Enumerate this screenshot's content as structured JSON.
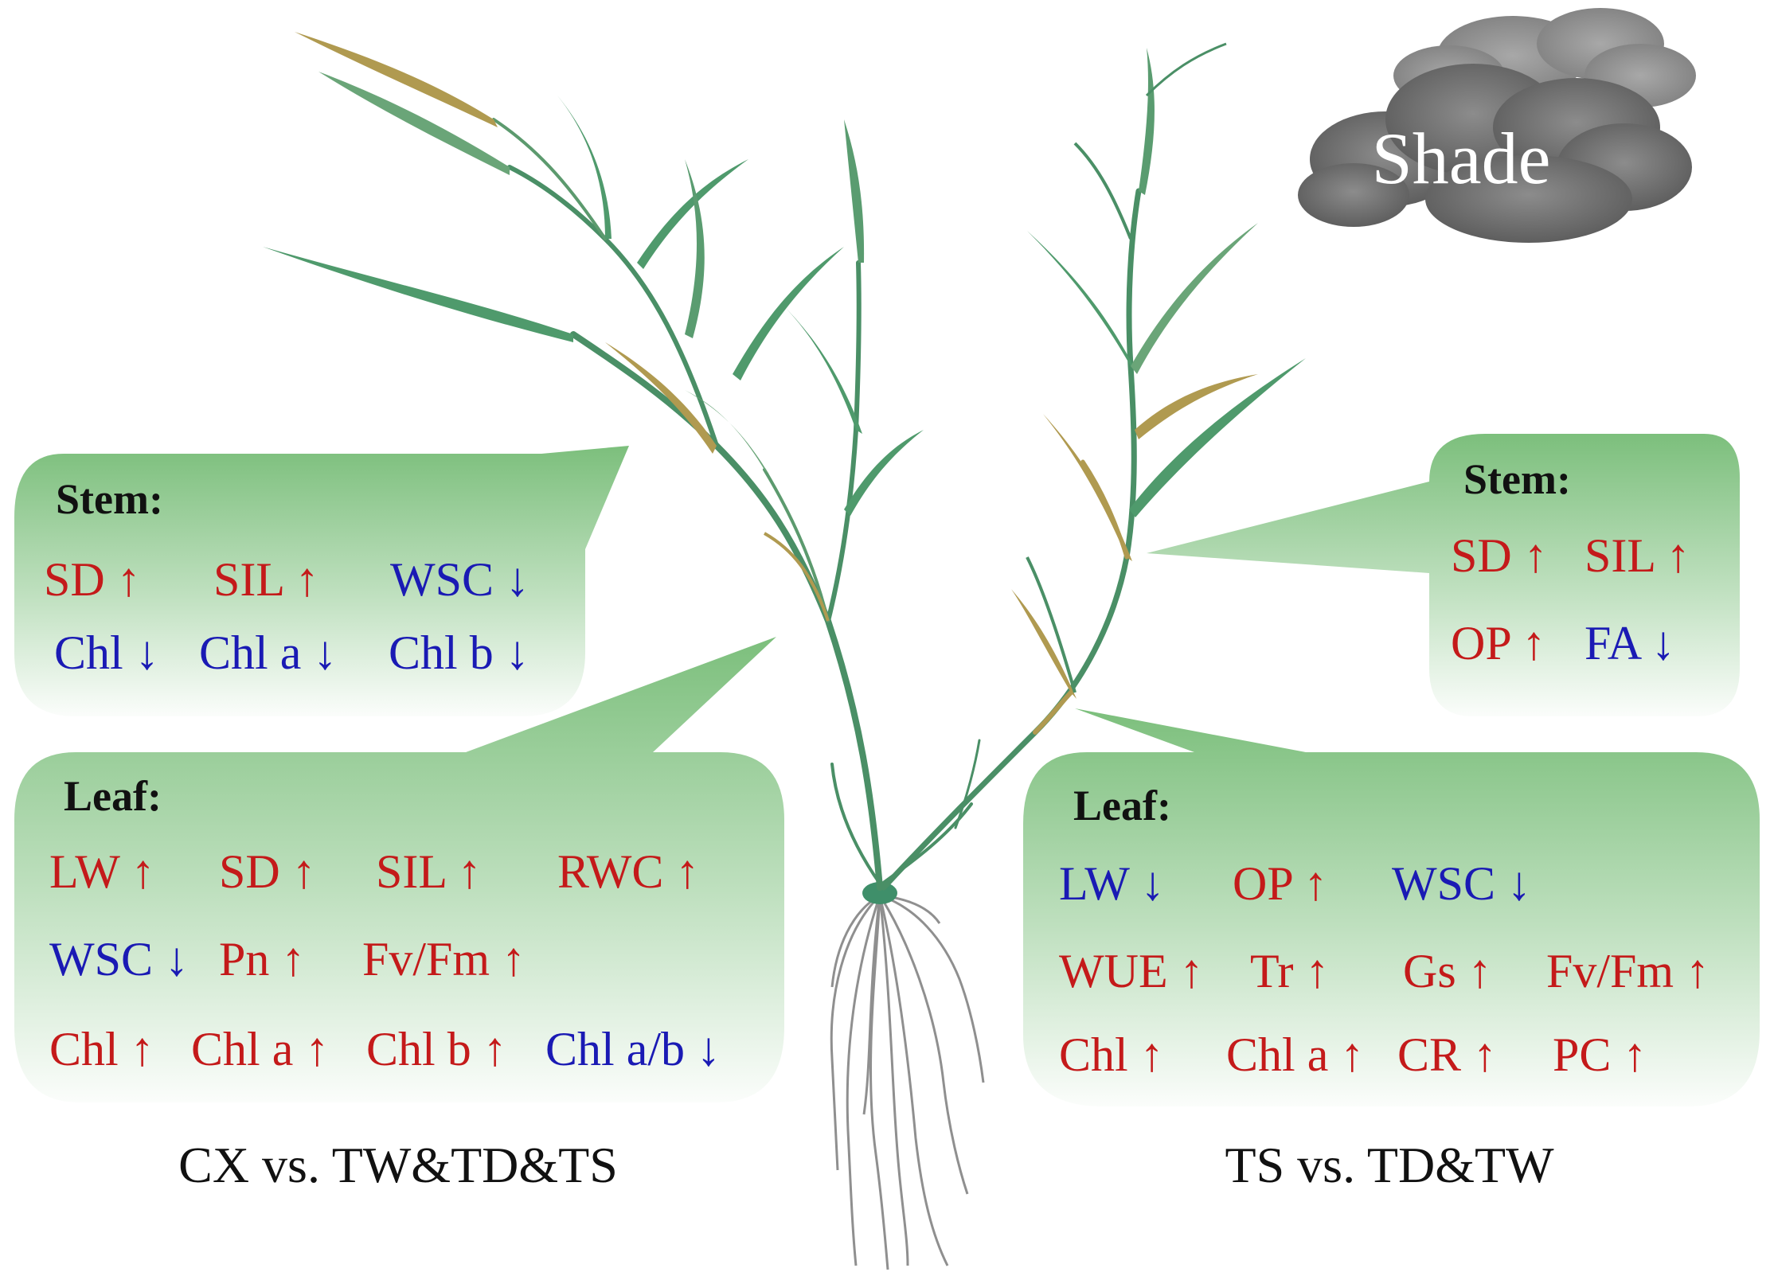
{
  "colors": {
    "up": "#c41a1a",
    "down": "#1a1ab4",
    "bubble_top": "#7fc07f",
    "bubble_bottom": "#ffffff",
    "stem_green": "#3f8f6a",
    "stem_tan": "#b09a50",
    "root": "#8a8a8a",
    "cloud": "#7a7a7a"
  },
  "cloud": {
    "label": "Shade",
    "icon": "cloud-icon"
  },
  "left": {
    "caption": "CX vs. TW&TD&TS",
    "stem": {
      "heading": "Stem:",
      "traits": [
        {
          "label": "SD",
          "dir": "up"
        },
        {
          "label": "SIL",
          "dir": "up"
        },
        {
          "label": "WSC",
          "dir": "down"
        },
        {
          "label": "Chl",
          "dir": "down"
        },
        {
          "label": "Chl a",
          "dir": "down"
        },
        {
          "label": "Chl b",
          "dir": "down"
        }
      ]
    },
    "leaf": {
      "heading": "Leaf:",
      "traits": [
        {
          "label": "LW",
          "dir": "up"
        },
        {
          "label": "SD",
          "dir": "up"
        },
        {
          "label": "SIL",
          "dir": "up"
        },
        {
          "label": "RWC",
          "dir": "up"
        },
        {
          "label": "WSC",
          "dir": "down"
        },
        {
          "label": "Pn",
          "dir": "up"
        },
        {
          "label": "Fv/Fm",
          "dir": "up"
        },
        {
          "label": "Chl",
          "dir": "up"
        },
        {
          "label": "Chl a",
          "dir": "up"
        },
        {
          "label": "Chl b",
          "dir": "up"
        },
        {
          "label": "Chl a/b",
          "dir": "down"
        }
      ]
    }
  },
  "right": {
    "caption": "TS vs. TD&TW",
    "stem": {
      "heading": "Stem:",
      "traits": [
        {
          "label": "SD",
          "dir": "up"
        },
        {
          "label": "SIL",
          "dir": "up"
        },
        {
          "label": "OP",
          "dir": "up"
        },
        {
          "label": "FA",
          "dir": "down"
        }
      ]
    },
    "leaf": {
      "heading": "Leaf:",
      "traits": [
        {
          "label": "LW",
          "dir": "down"
        },
        {
          "label": "OP",
          "dir": "up"
        },
        {
          "label": "WSC",
          "dir": "down"
        },
        {
          "label": "WUE",
          "dir": "up"
        },
        {
          "label": "Tr",
          "dir": "up"
        },
        {
          "label": "Gs",
          "dir": "up"
        },
        {
          "label": "Fv/Fm",
          "dir": "up"
        },
        {
          "label": "Chl",
          "dir": "up"
        },
        {
          "label": "Chl a",
          "dir": "up"
        },
        {
          "label": "CR",
          "dir": "up"
        },
        {
          "label": "PC",
          "dir": "up"
        }
      ]
    }
  }
}
